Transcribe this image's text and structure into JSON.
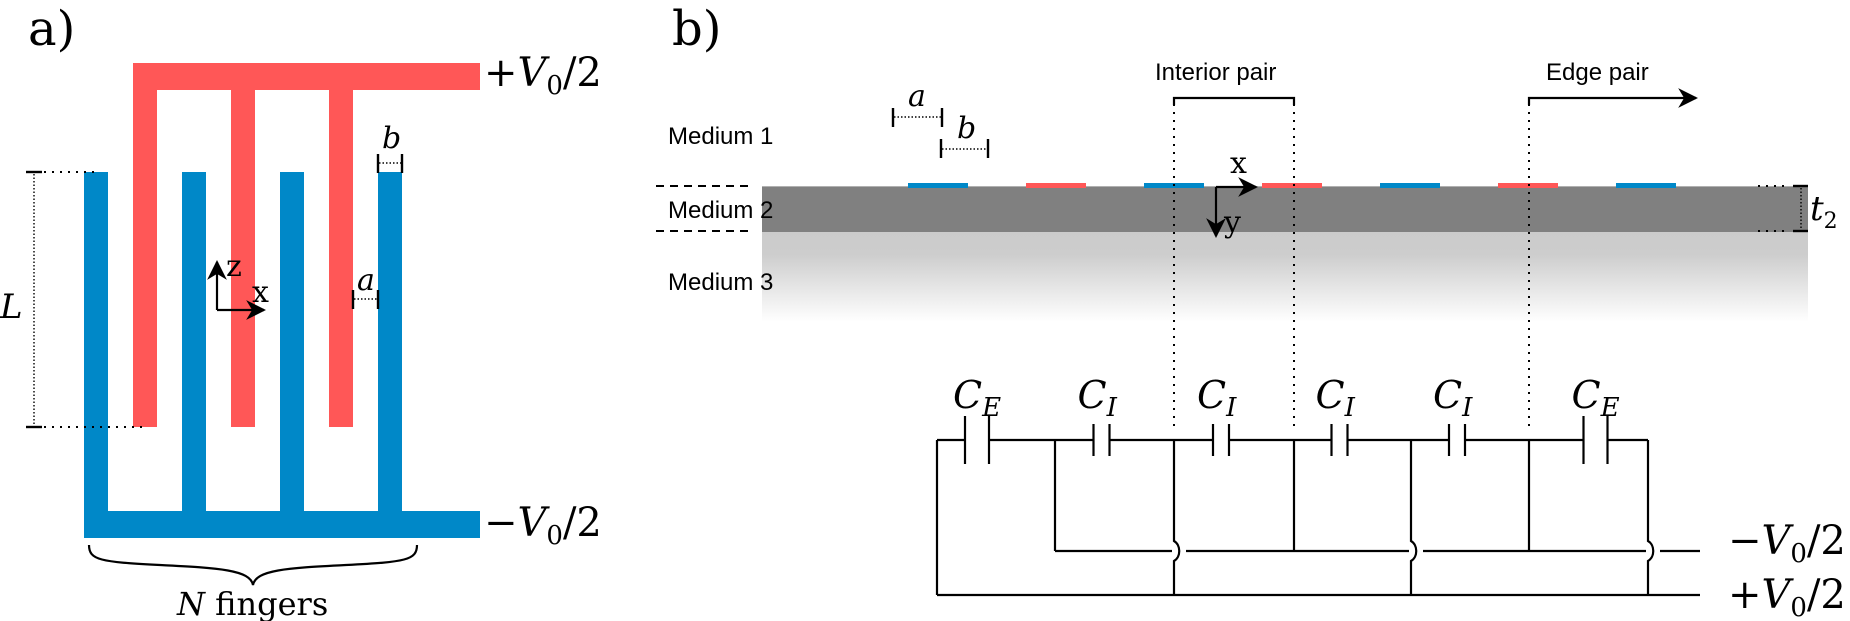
{
  "panels": {
    "a": {
      "label": "a)",
      "top_bus_voltage": "+V0/2",
      "bottom_bus_voltage": "−V0/2",
      "dimension_L": "L",
      "dimension_a": "a",
      "dimension_b": "b",
      "axis_z": "z",
      "axis_x": "x",
      "brace_label_var": "N",
      "brace_label_text": " fingers",
      "finger_count_top": 3,
      "finger_count_bottom": 4
    },
    "b": {
      "label": "b)",
      "medium1": "Medium 1",
      "medium2": "Medium 2",
      "medium3": "Medium 3",
      "dimension_a": "a",
      "dimension_b": "b",
      "dimension_t2_var": "t",
      "dimension_t2_sub": "2",
      "axis_x": "x",
      "axis_y": "y",
      "interior_pair": "Interior pair",
      "edge_pair": "Edge pair",
      "electrode_sequence": [
        "blue",
        "red",
        "blue",
        "red",
        "blue",
        "red",
        "blue"
      ],
      "capacitors": [
        {
          "name": "C",
          "sub": "E"
        },
        {
          "name": "C",
          "sub": "I"
        },
        {
          "name": "C",
          "sub": "I"
        },
        {
          "name": "C",
          "sub": "I"
        },
        {
          "name": "C",
          "sub": "I"
        },
        {
          "name": "C",
          "sub": "E"
        }
      ],
      "rail_negative": "−V0/2",
      "rail_positive": "+V0/2"
    }
  },
  "colors": {
    "positive_electrode": "#ff5757",
    "negative_electrode": "#0088c8",
    "medium2": "#808080",
    "medium3_top": "#cccccc",
    "medium3_bottom": "#ffffff"
  }
}
